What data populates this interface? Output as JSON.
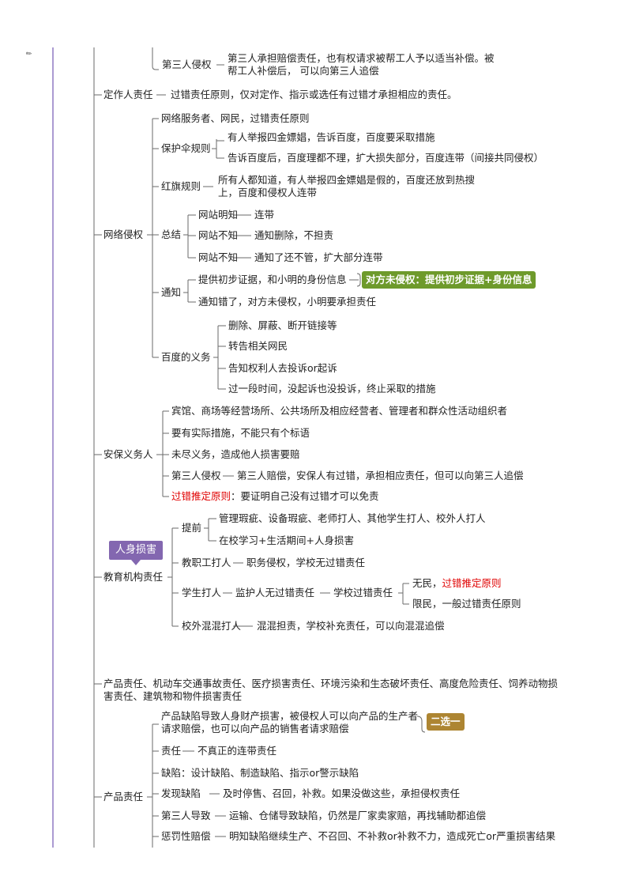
{
  "third_party_label": "第三人侵权",
  "third_party_text": "第三人承担赔偿责任，也有权请求被帮工人予以适当补偿。被帮工人补偿后， 可以向第三人追偿",
  "dingzuo": {
    "label": "定作人责任",
    "text": "过错责任原则，仅对定作、指示或选任有过错才承担相应的责任。"
  },
  "network": {
    "label": "网络侵权",
    "service": "网络服务者、网民，过错责任原则",
    "umbrella": {
      "label": "保护伞规则",
      "items": [
        "有人举报四金嫖娼，告诉百度，百度要采取措施",
        "告诉百度后，百度理都不理，扩大损失部分，百度连带（间接共同侵权）"
      ]
    },
    "redflag": {
      "label": "红旗规则",
      "text": "所有人都知道，有人举报四金嫖娼是假的，百度还放到热搜上，百度和侵权人连带"
    },
    "summary": {
      "label": "总结",
      "rows": [
        {
          "k": "网站明知",
          "v": "连带"
        },
        {
          "k": "网站不知",
          "v": "通知删除，不担责"
        },
        {
          "k": "网站不知",
          "v": "通知了还不管，扩大部分连带"
        }
      ]
    },
    "notice": {
      "label": "通知",
      "items": [
        "提供初步证据，和小明的身份信息",
        "通知错了，对方未侵权，小明要承担责任"
      ],
      "badge": "对方未侵权：提供初步证据+身份信息"
    },
    "baidu": {
      "label": "百度的义务",
      "items": [
        "删除、屏蔽、断开链接等",
        "转告相关网民",
        "告知权利人去投诉or起诉",
        "过一段时间，没起诉也没投诉，终止采取的措施"
      ]
    }
  },
  "security": {
    "label": "安保义务人",
    "items": [
      "宾馆、商场等经营场所、公共场所及相应经营者、管理者和群众性活动组织者",
      "要有实际措施，不能只有个标语",
      "未尽义务，造成他人损害要赔"
    ],
    "third_label": "第三人侵权",
    "third_text": "第三人赔偿，安保人有过错，承担相应责任，但可以向第三人追偿",
    "fault_red": "过错推定原则",
    "fault_rest": "：要证明自己没有过错才可以免责"
  },
  "education": {
    "label": "教育机构责任",
    "callout": "人身损害",
    "premise": {
      "label": "提前",
      "items": [
        "管理瑕疵、设备瑕疵、老师打人、其他学生打人、校外人打人",
        "在校学习+生活期间+人身损害"
      ]
    },
    "staff": {
      "label": "教职工打人",
      "text": "职务侵权，学校无过错责任"
    },
    "student": {
      "label": "学生打人",
      "mid": "监护人无过错责任",
      "mid2": "学校过错责任",
      "wumin": "无民，",
      "wumin_red": "过错推定原则",
      "xianmin": "限民，一般过错责任原则"
    },
    "outsider": {
      "label": "校外混混打人",
      "text": "混混担责，学校补充责任，可以向混混追偿"
    }
  },
  "product_list": "产品责任、机动车交通事故责任、医疗损害责任、环境污染和生态破坏责任、高度危险责任、饲养动物损害责任、建筑物和物件损害责任",
  "product": {
    "label": "产品责任",
    "defect": "产品缺陷导致人身财产损害，被侵权人可以向产品的生产者请求赔偿，也可以向产品的销售者请求赔偿",
    "choose_badge": "二选一",
    "liability_label": "责任",
    "liability_text": "不真正的连带责任",
    "defect_types": "缺陷：设计缺陷、制造缺陷、指示or警示缺陷",
    "found_label": "发现缺陷",
    "found_text": "及时停售、召回，补救。如果没做这些，承担侵权责任",
    "third_label": "第三人导致",
    "third_text": "运输、仓储导致缺陷，仍然是厂家卖家赔，再找辅助都追偿",
    "punitive_label": "惩罚性赔偿",
    "punitive_text": "明知缺陷继续生产、不召回、不补救or补救不力，造成死亡or严重损害结果"
  },
  "colors": {
    "line": "#6a6a6a",
    "left_rule": "#8f79c4",
    "green": "#6e9a2b",
    "gold": "#ad8532",
    "purple": "#8367b0",
    "red": "#e00000"
  }
}
